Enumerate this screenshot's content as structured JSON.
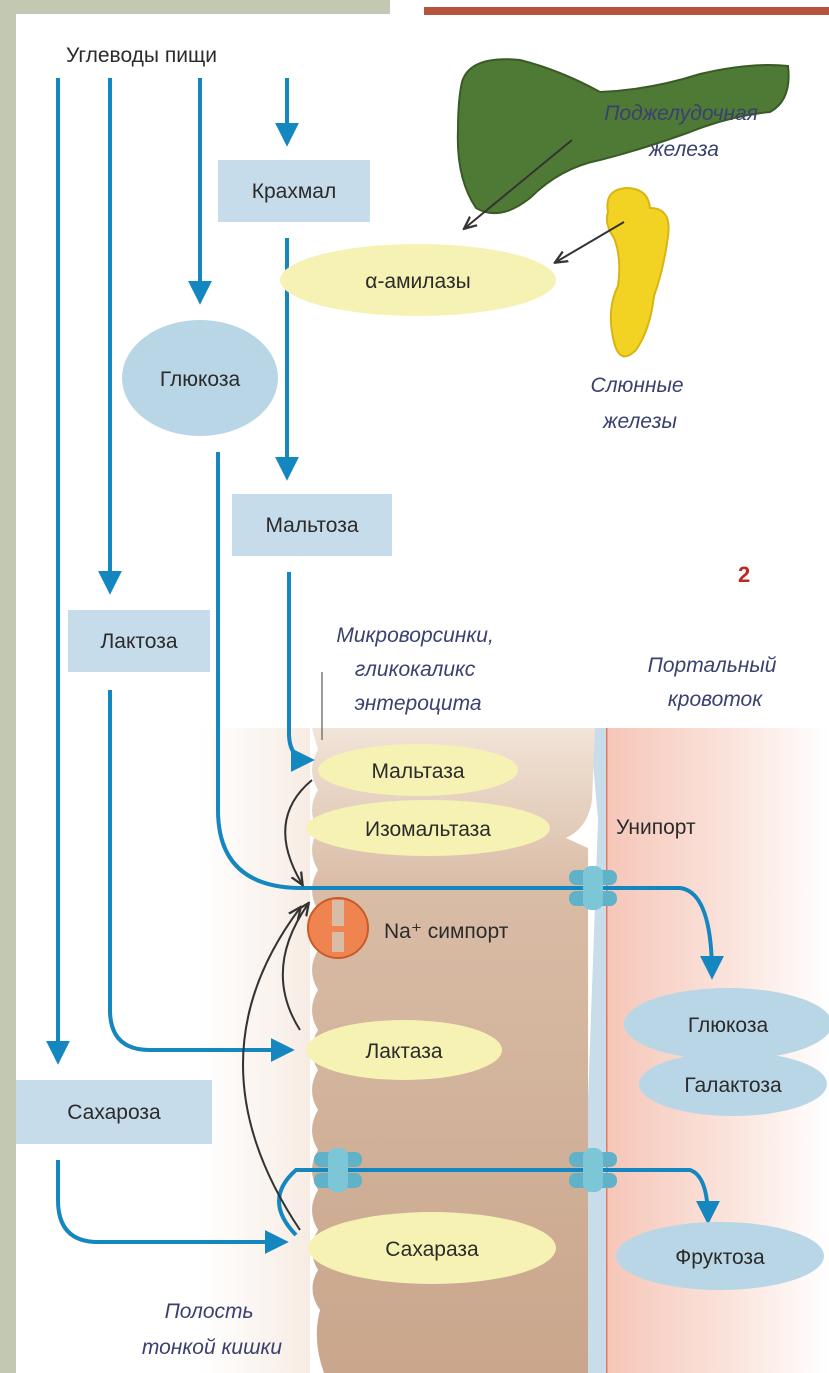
{
  "colors": {
    "frame_green": "#c3c8b2",
    "top_bar_red": "#b6533c",
    "arrow_blue": "#1486c0",
    "box_blue": "#c6dcea",
    "enzyme_yellow": "#f5f2b4",
    "product_blue": "#b8d6e6",
    "cell_tan": "#c8a890",
    "portal_pink": "#f5c8bc",
    "pancreas_green": "#4f7a35",
    "salivary_yellow": "#f2d323",
    "symport_orange": "#f08450",
    "label_number_red": "#c0281e"
  },
  "labels": {
    "food_carbs": "Углеводы пищи",
    "starch": "Крахмал",
    "pancreas": [
      "Поджелудочная",
      "железа"
    ],
    "amylase": "α-амилазы",
    "glucose_top": "Глюкоза",
    "salivary": [
      "Слюнные",
      "железы"
    ],
    "maltose": "Мальтоза",
    "number": "2",
    "lactose": "Лактоза",
    "microvilli": [
      "Микроворсинки,",
      "гликокаликс",
      "энтероцита"
    ],
    "portal": [
      "Портальный",
      "кровоток"
    ],
    "maltase": "Мальтаза",
    "isomaltase": "Изомальтаза",
    "uniport": "Унипорт",
    "na_symport": "Na⁺ симпорт",
    "glucose_blood": "Глюкоза",
    "lactase": "Лактаза",
    "galactose": "Галактоза",
    "sucrose": "Сахароза",
    "sucrase": "Сахараза",
    "fructose": "Фруктоза",
    "lumen": [
      "Полость",
      "тонкой кишки"
    ]
  }
}
